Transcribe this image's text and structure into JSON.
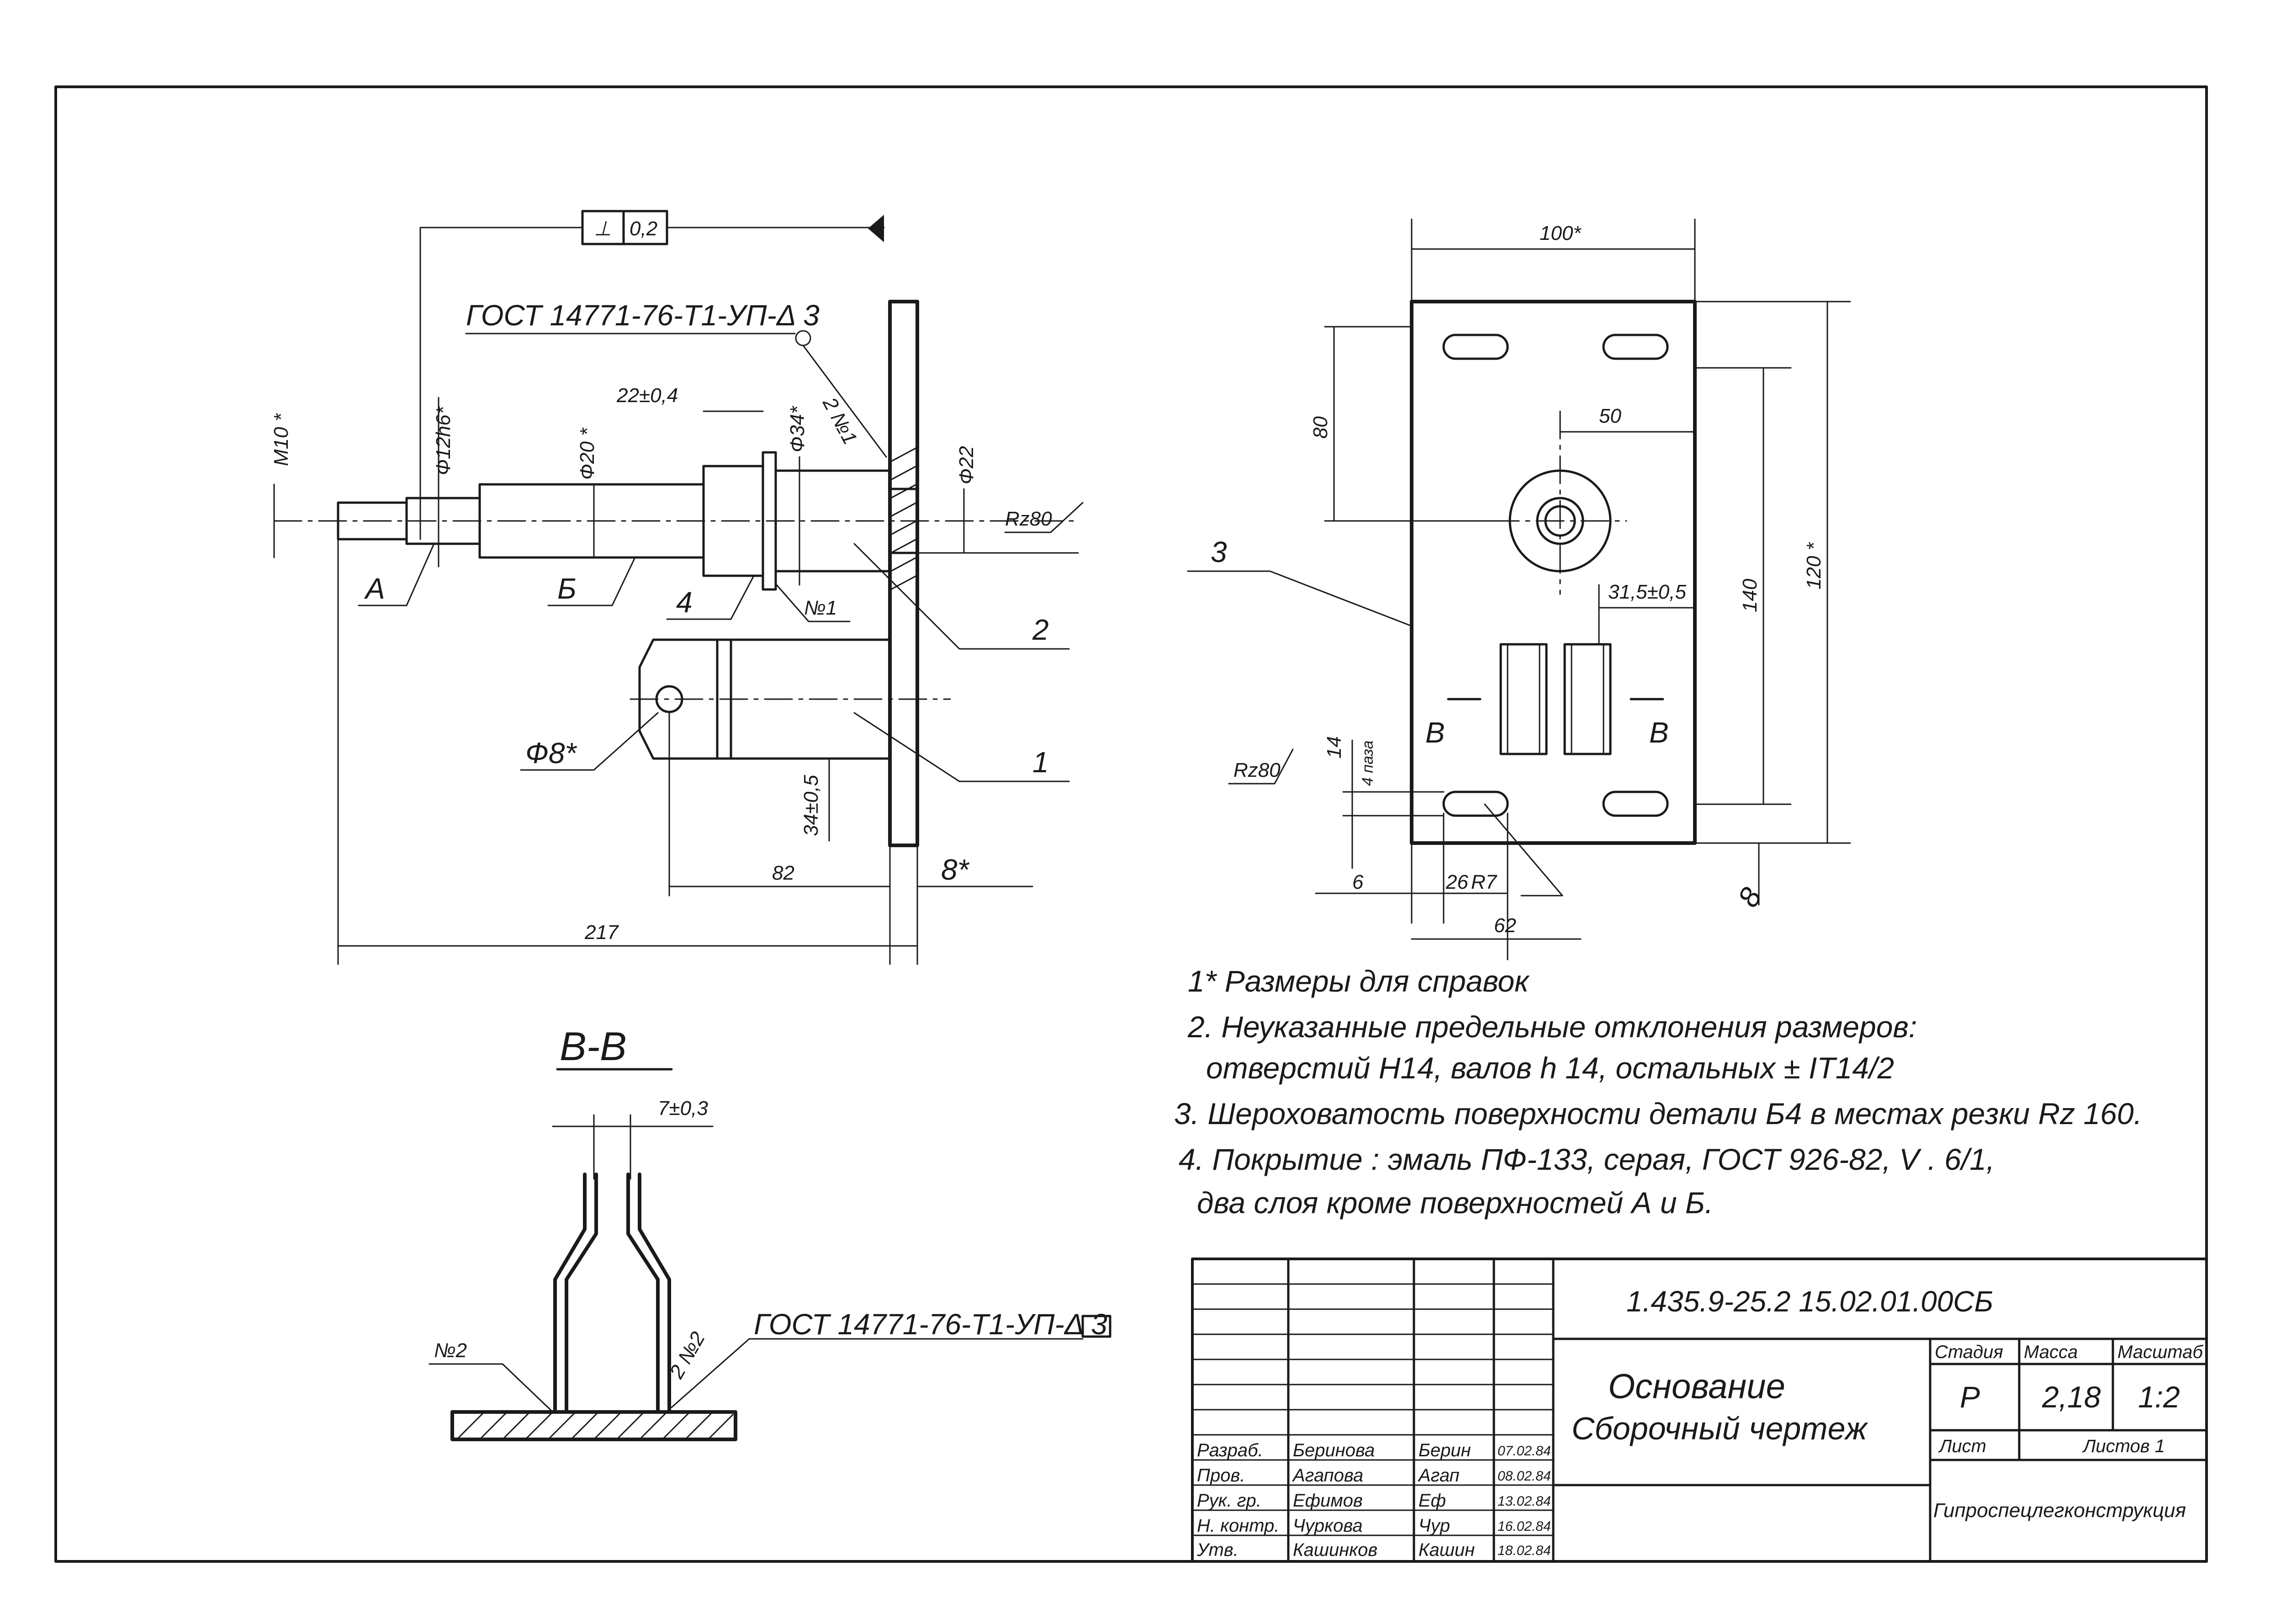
{
  "front_view": {
    "perp_symbol": "⊥",
    "perp_tolerance": "0,2",
    "weld_standard_1": "ГОСТ 14771-76-Т1-УП-Δ 3",
    "weld_seam_1": "2 №1",
    "dim_m10": "М10 *",
    "dim_d12": "Ф12h6*",
    "dim_d20": "Ф20 *",
    "dim_22": "22±0,4",
    "dim_d34": "Ф34*",
    "dim_d22": "Ф22",
    "rz_top": "Rz80",
    "pos_a": "А",
    "pos_b": "Б",
    "pos_4": "4",
    "seam_n1": "№1",
    "pos_2": "2",
    "pos_1": "1",
    "dim_d8": "Ф8*",
    "dim_34": "34±0,5",
    "dim_82": "82",
    "dim_8": "8*",
    "dim_217": "217"
  },
  "plan_view": {
    "dim_100": "100*",
    "dim_80": "80",
    "dim_50": "50",
    "pos_3": "3",
    "dim_31_5": "31,5±0,5",
    "dim_140": "140",
    "dim_120": "120 *",
    "section_mark": "В",
    "rz_left": "Rz80",
    "dim_14": "14",
    "dim_4paza": "4 паза",
    "dim_6": "6",
    "dim_26": "26",
    "dim_r7": "R7",
    "dim_62": "62",
    "dim_8b": "8"
  },
  "section_view": {
    "title": "В-В",
    "dim_7": "7±0,3",
    "seam_n2_left": "№2",
    "seam_n2_right": "2 №2",
    "weld_standard_2": "ГОСТ 14771-76-Т1-УП-Δ 3"
  },
  "notes": [
    "1* Размеры для справок",
    "2. Неуказанные предельные отклонения размеров:",
    "отверстий Н14, валов h 14, остальных ± IT14/2",
    "3. Шероховатость поверхности детали Б4 в местах резки Rz 160.",
    "4. Покрытие : эмаль ПФ-133, серая, ГОСТ 926-82, V . 6/1,",
    "два слоя кроме поверхностей А и Б."
  ],
  "title_block": {
    "designation": "1.435.9-25.2   15.02.01.00СБ",
    "name_line1": "Основание",
    "name_line2": "Сборочный чертеж",
    "col_stage": "Стадия",
    "col_mass": "Масса",
    "col_scale": "Масштаб",
    "stage": "Р",
    "mass": "2,18",
    "scale": "1:2",
    "sheet": "Лист",
    "sheets": "Листов 1",
    "org": "Гипроспецлегконструкция",
    "rows": [
      {
        "role": "Разраб.",
        "name": "Беринова",
        "sign": "Берин",
        "date": "07.02.84"
      },
      {
        "role": "Пров.",
        "name": "Агапова",
        "sign": "Агап",
        "date": "08.02.84"
      },
      {
        "role": "Рук. гр.",
        "name": "Ефимов",
        "sign": "Еф",
        "date": "13.02.84"
      },
      {
        "role": "Н. контр.",
        "name": "Чуркова",
        "sign": "Чур",
        "date": "16.02.84"
      },
      {
        "role": "Утв.",
        "name": "Кашинков",
        "sign": "Кашин",
        "date": "18.02.84"
      }
    ]
  }
}
